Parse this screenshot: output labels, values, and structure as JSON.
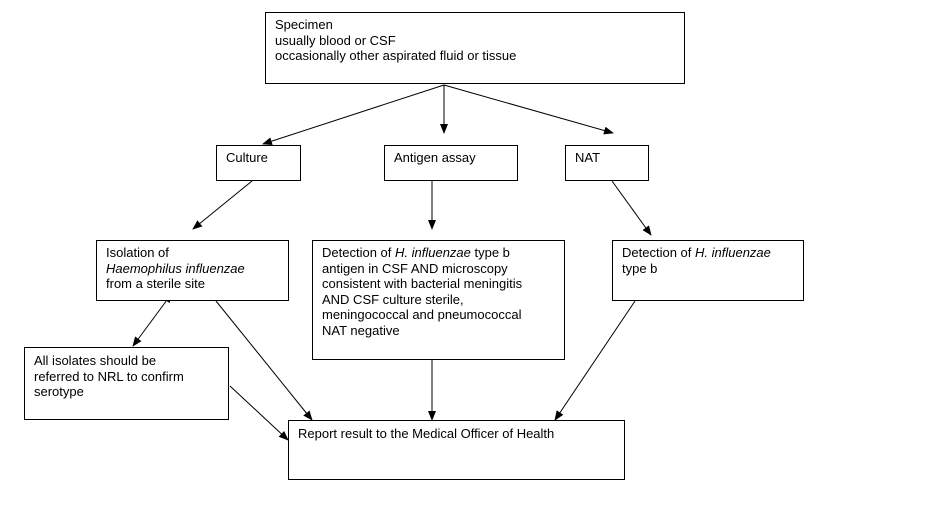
{
  "nodes": {
    "specimen": {
      "line1": "Specimen",
      "line2": "usually blood or CSF",
      "line3": "occasionally other aspirated fluid or tissue"
    },
    "culture": {
      "label": "Culture"
    },
    "antigen_assay": {
      "label": "Antigen assay"
    },
    "nat": {
      "label": "NAT"
    },
    "isolation": {
      "line1": "Isolation of",
      "line2_italic": "Haemophilus influenzae",
      "line3": "from a sterile site"
    },
    "antigen_detection": {
      "line1_prefix": "Detection of ",
      "line1_italic": "H. influenzae",
      "line1_suffix": " type b",
      "line2": "antigen in CSF AND microscopy",
      "line3": "consistent with bacterial meningitis",
      "line4": "AND CSF culture sterile,",
      "line5": "meningococcal and pneumococcal",
      "line6": "NAT negative"
    },
    "nat_detection": {
      "line1_prefix": "Detection of ",
      "line1_italic": "H. influenzae",
      "line2": "type b"
    },
    "isolates": {
      "line1": "All isolates should be",
      "line2": "referred to NRL to confirm",
      "line3": "serotype"
    },
    "report": {
      "label": "Report result to the Medical Officer of Health"
    }
  }
}
